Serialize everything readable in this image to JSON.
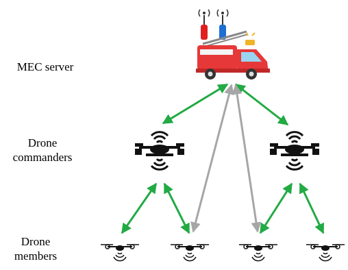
{
  "labels": {
    "mec_server": "MEC server",
    "commanders_line1": "Drone",
    "commanders_line2": "commanders",
    "members_line1": "Drone",
    "members_line2": "members"
  },
  "icons": {
    "server": "fire-truck-icon",
    "antenna": "antenna-icon",
    "commander": "drone-commander-icon",
    "member": "drone-member-icon"
  },
  "colors": {
    "command_link": "#22aa44",
    "member_link": "#a6a6a6",
    "truck_body": "#e63838",
    "antenna_red": "#e02020",
    "antenna_blue": "#1d6fd1",
    "drone": "#111111"
  }
}
